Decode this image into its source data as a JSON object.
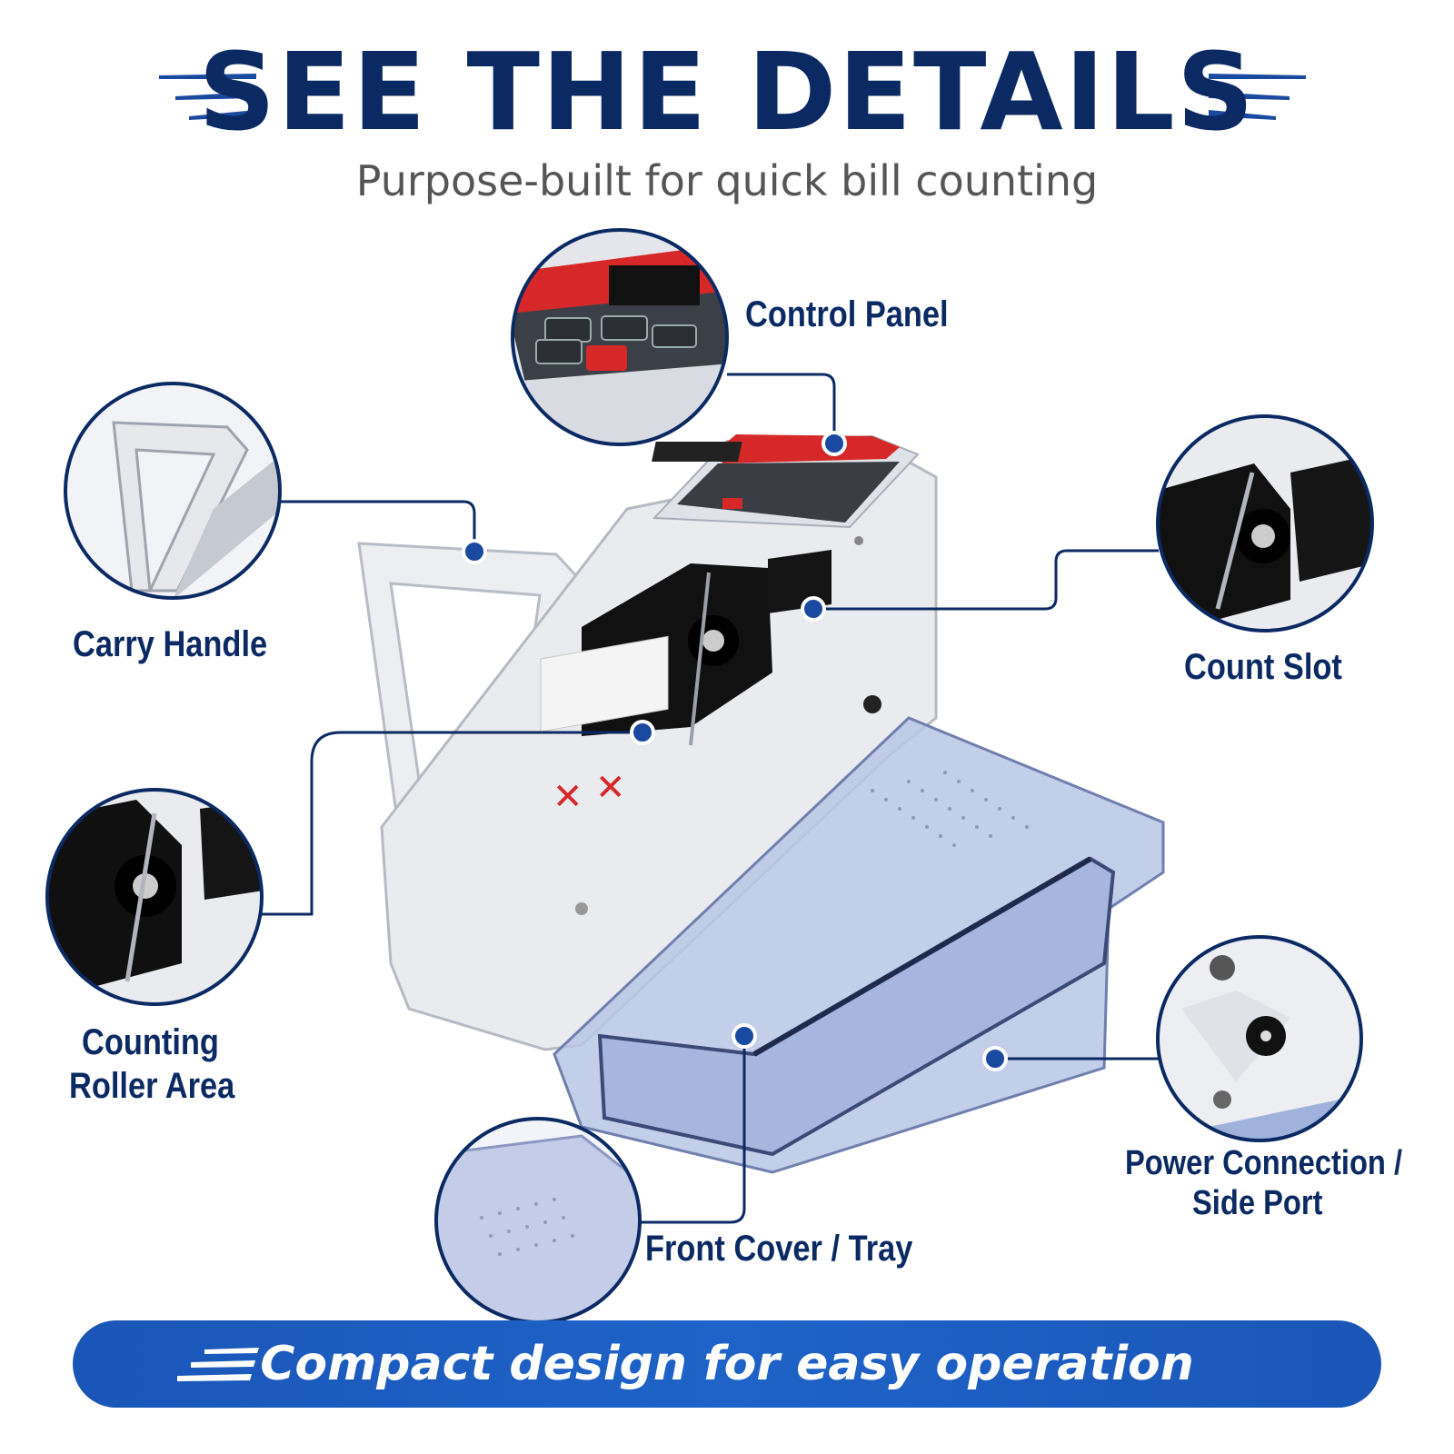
{
  "header": {
    "title": "SEE THE DETAILS",
    "subtitle": "Purpose-built for quick bill counting"
  },
  "callouts": {
    "control_panel": "Control Panel",
    "carry_handle": "Carry Handle",
    "count_slot": "Count Slot",
    "counting_roller_line1": "Counting",
    "counting_roller_line2": "Roller Area",
    "power_line1": "Power Connection /",
    "power_line2": "Side Port",
    "front_cover": "Front Cover / Tray"
  },
  "banner": {
    "text": "Compact design for easy operation"
  },
  "colors": {
    "navy": "#0b2a63",
    "accent_blue": "#1a56b8",
    "subtitle_gray": "#555555",
    "tray_blue": "#9fb2dc",
    "panel_red": "#d62828"
  },
  "icons": [
    "speed-lines-icon",
    "callout-dot-icon",
    "zoom-circle-icon"
  ]
}
